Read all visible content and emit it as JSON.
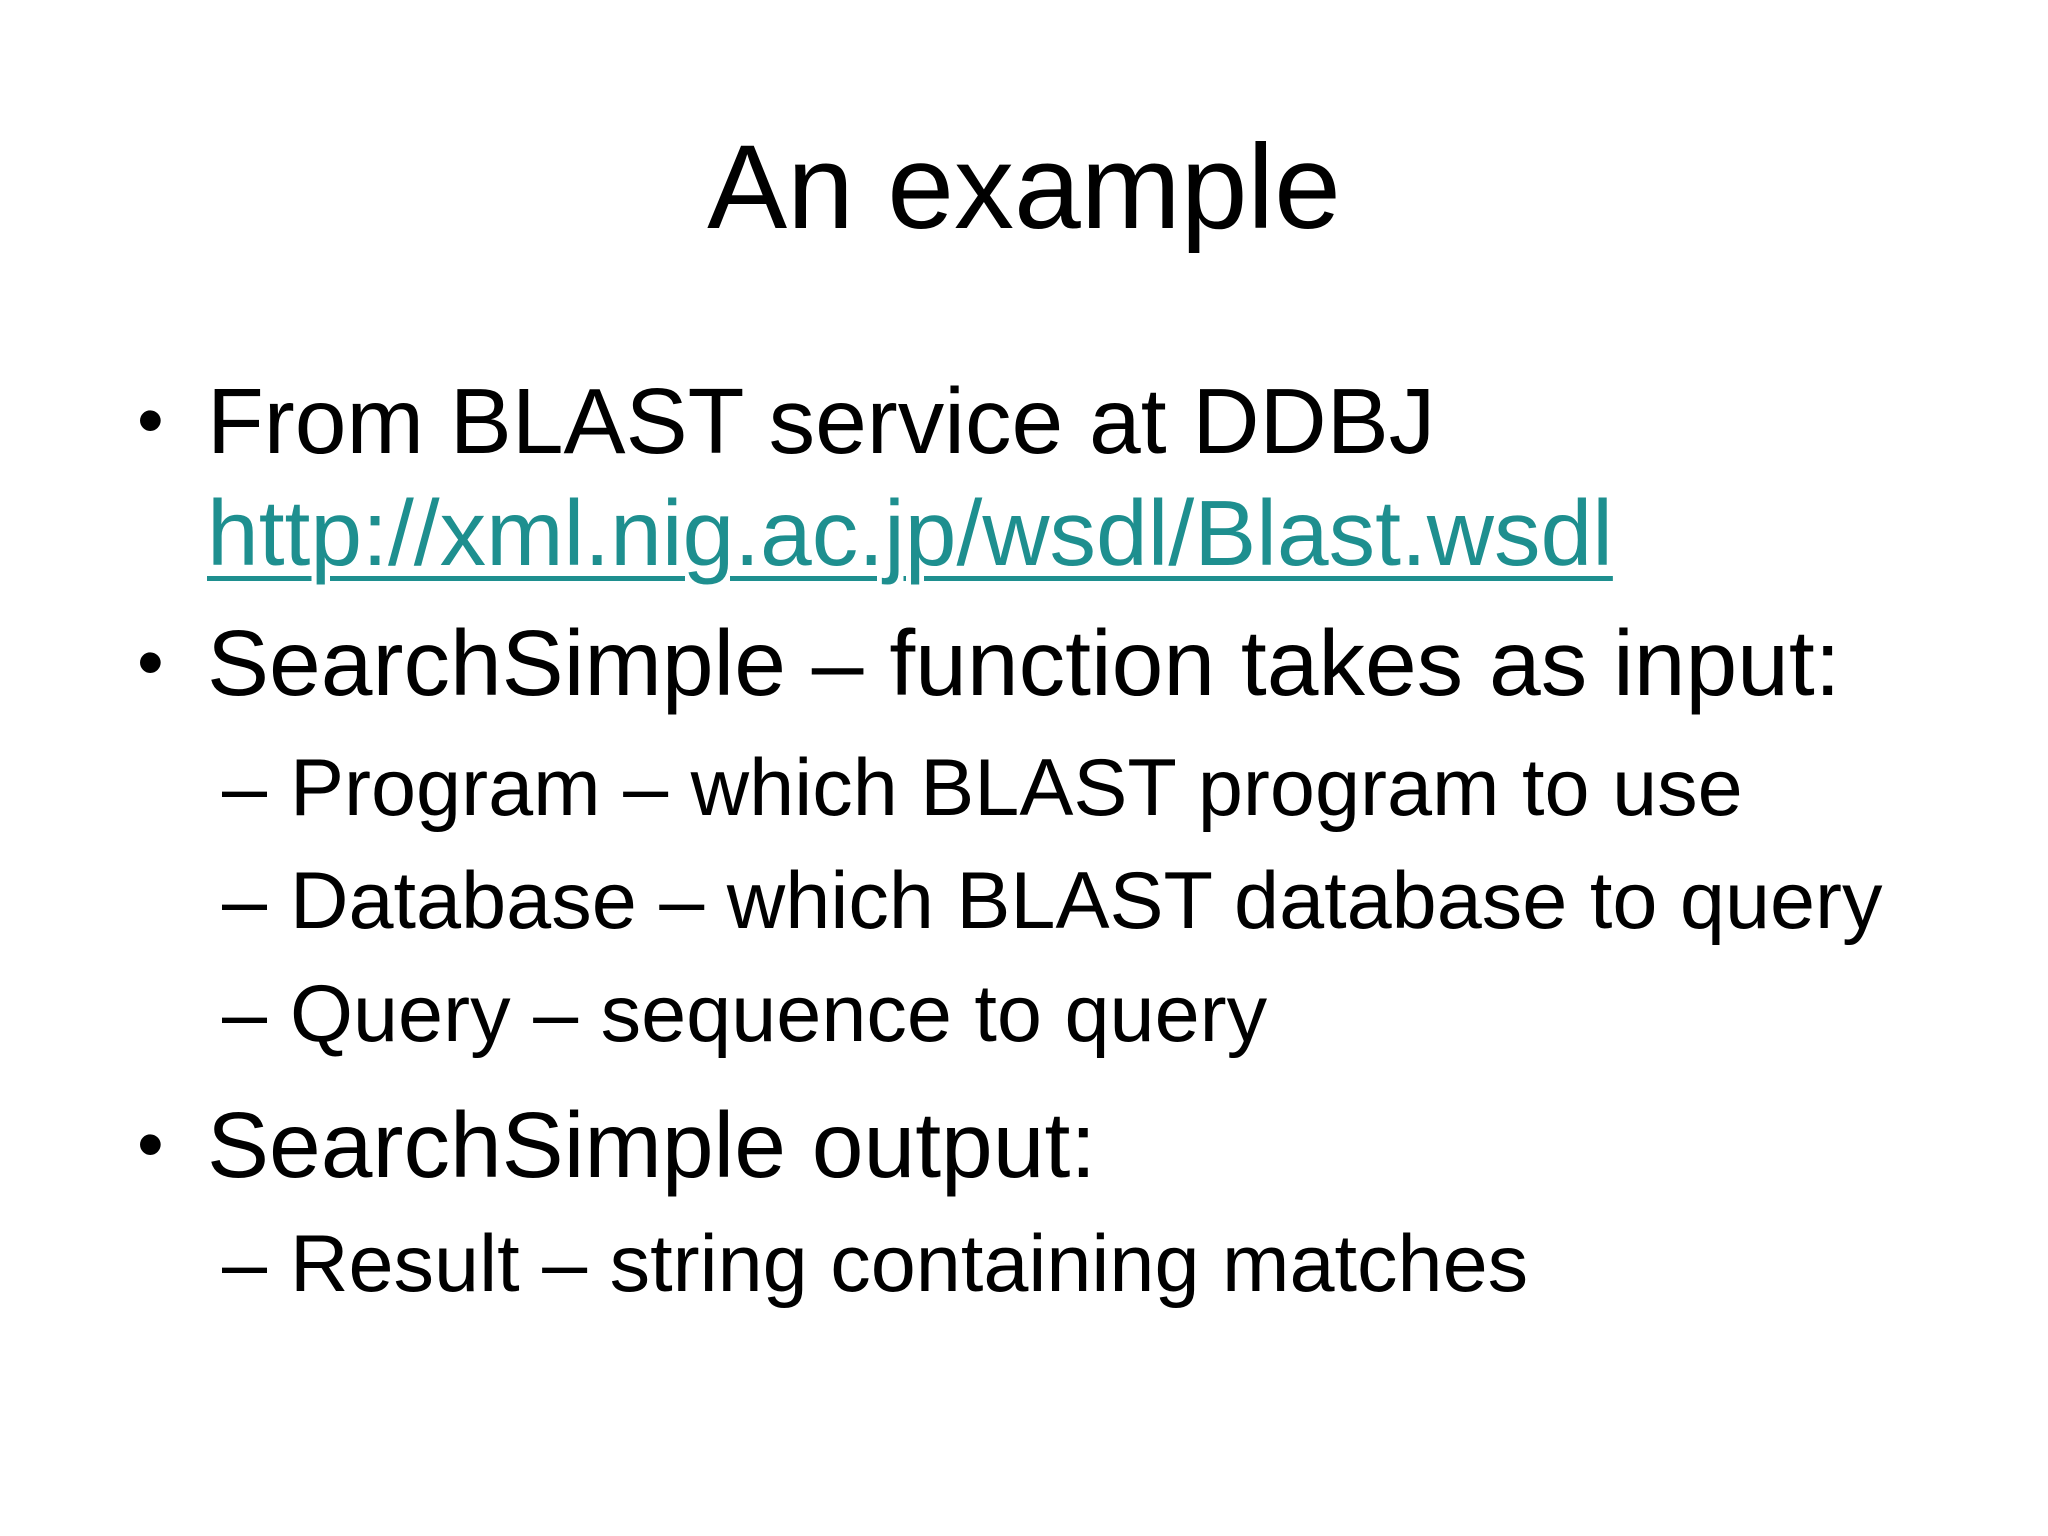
{
  "slide": {
    "title": "An example",
    "bullet_char": "•",
    "dash_char": "–",
    "link_color": "#1e8f8f",
    "text_color": "#000000",
    "background_color": "#ffffff"
  },
  "bullets": {
    "b1": {
      "line1": "From BLAST service at DDBJ",
      "link": "http://xml.nig.ac.jp/wsdl/Blast.wsdl"
    },
    "b2": {
      "text": "SearchSimple – function takes as input:",
      "subs": [
        "Program – which BLAST program to use",
        "Database – which BLAST database to query",
        "Query – sequence to query"
      ]
    },
    "b3": {
      "text": "SearchSimple output:",
      "subs": [
        "Result – string containing matches"
      ]
    }
  }
}
